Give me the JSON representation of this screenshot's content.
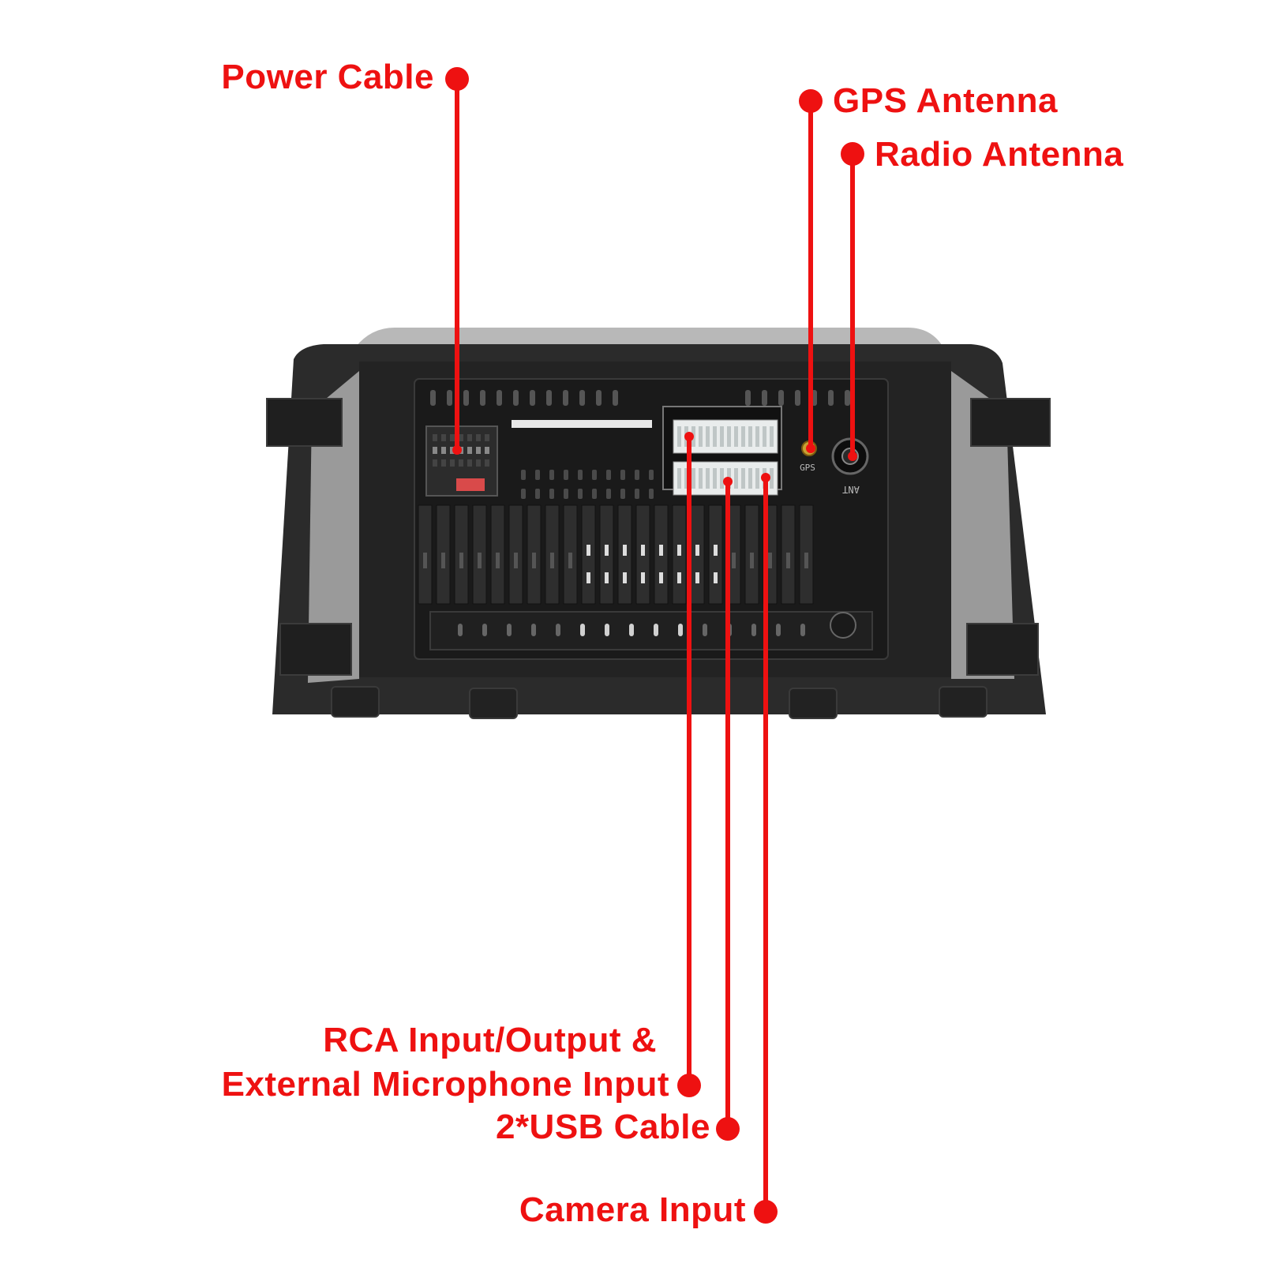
{
  "colors": {
    "accent": "#ee1111",
    "unit_body": "#1c1c1c",
    "bezel": "#2a2a2a",
    "silver": "#b4b4b4",
    "connector": "#e9ecec"
  },
  "callouts": {
    "power_cable": "Power Cable",
    "gps_antenna": "GPS Antenna",
    "radio_antenna": "Radio Antenna",
    "rca_line1": "RCA Input/Output &",
    "rca_line2": "External Microphone Input",
    "usb_cable": "2*USB Cable",
    "camera_input": "Camera Input"
  },
  "unit_markings": {
    "gps_port": "GPS",
    "ant_port": "ANT"
  }
}
